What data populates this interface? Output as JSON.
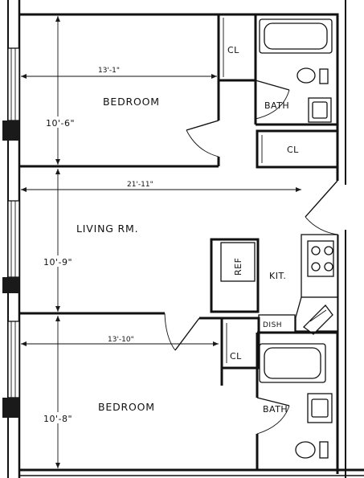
{
  "rooms": {
    "bedroom_top": "BEDROOM",
    "closet_top": "CL",
    "bath_top": "BATH",
    "closet_hall": "CL",
    "living": "LIVING RM.",
    "refrigerator": "REF",
    "kitchen": "KIT.",
    "dishwasher": "DISH",
    "closet_bottom": "CL",
    "bedroom_bottom": "BEDROOM",
    "bath_bottom": "BATH"
  },
  "dimensions": {
    "top_bedroom_width": "13'-1\"",
    "top_bedroom_depth": "10'-6\"",
    "overall_width": "21'-11\"",
    "living_depth": "10'-9\"",
    "bottom_bedroom_width": "13'-10\"",
    "bottom_bedroom_depth": "10'-8\""
  }
}
